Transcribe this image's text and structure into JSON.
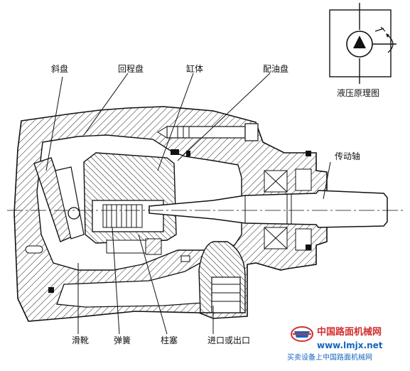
{
  "labels": {
    "swash_plate": "斜盘",
    "return_plate": "回程盘",
    "cylinder_block": "缸体",
    "valve_plate": "配油盘",
    "drive_shaft": "传动轴",
    "slipper": "滑靴",
    "spring": "弹簧",
    "plunger": "柱塞",
    "inlet_outlet": "进口或出口",
    "hydraulic_symbol": "液压原理图"
  },
  "watermark": {
    "brand": "中国路面机械网",
    "url": "www.lmjx.net",
    "tagline": "买卖设备上中国路面机械网"
  },
  "colors": {
    "line": "#111111",
    "watermark_red": "#d32f2f",
    "watermark_blue": "#1565c0"
  }
}
